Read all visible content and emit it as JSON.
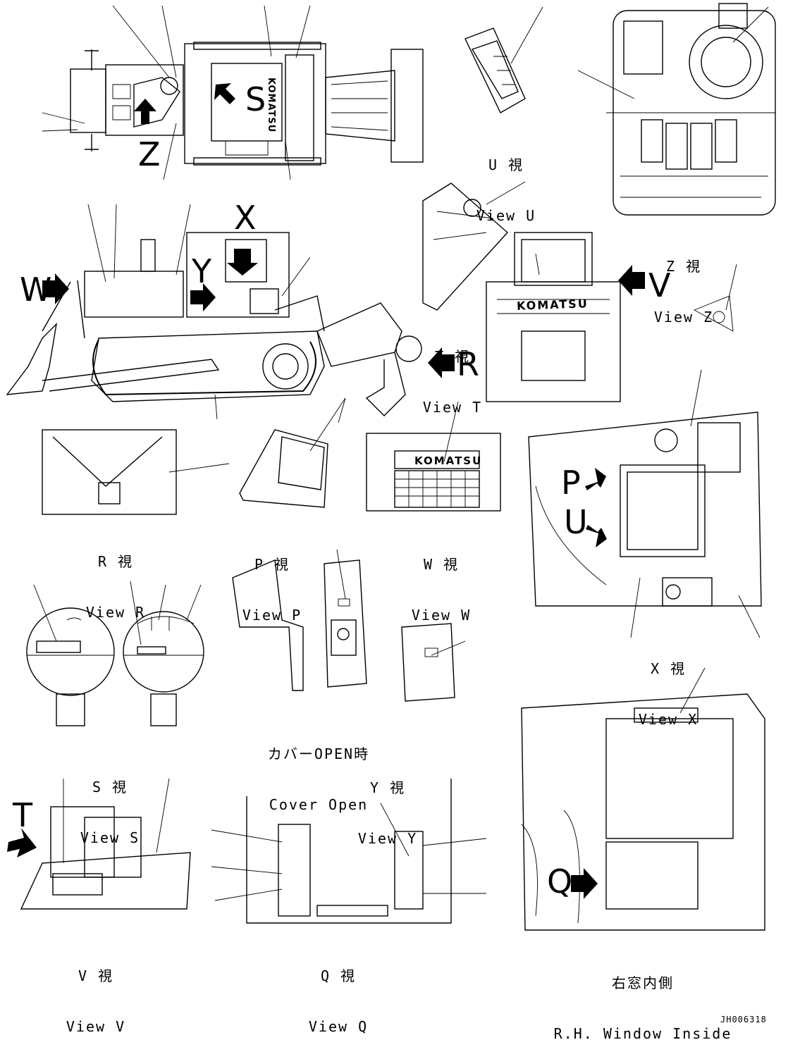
{
  "views": {
    "u": {
      "jp": "U 視",
      "en": "View U"
    },
    "z": {
      "jp": "Z 視",
      "en": "View Z"
    },
    "t": {
      "jp": "T 視",
      "en": "View T"
    },
    "r": {
      "jp": "R 視",
      "en": "View R"
    },
    "p": {
      "jp": "P 視",
      "en": "View P"
    },
    "w": {
      "jp": "W 視",
      "en": "View W"
    },
    "x": {
      "jp": "X 視",
      "en": "View X"
    },
    "s": {
      "jp": "S 視",
      "en": "View S"
    },
    "y": {
      "jp": "Y 視",
      "en": "View Y"
    },
    "v": {
      "jp": "V 視",
      "en": "View V"
    },
    "q": {
      "jp": "Q 視",
      "en": "View Q"
    },
    "cover": {
      "jp": "カバーOPEN時",
      "en": "Cover Open"
    },
    "rh": {
      "jp": "右窓内側",
      "en": "R.H. Window Inside"
    }
  },
  "markers": {
    "s": "S",
    "z": "Z",
    "x": "X",
    "y": "Y",
    "w": "W",
    "v": "V",
    "r": "R",
    "p": "P",
    "u": "U",
    "t": "T",
    "q": "Q"
  },
  "brand": "KOMATSU",
  "drawing_code": "JH006318"
}
